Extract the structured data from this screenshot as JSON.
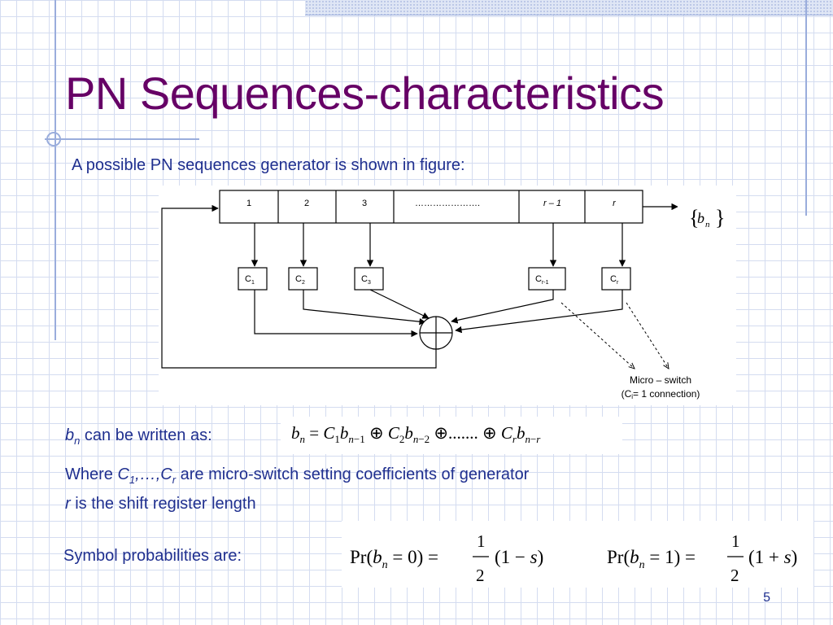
{
  "slide": {
    "title": "PN Sequences-characteristics",
    "intro": "A possible PN sequences generator is shown in figure:",
    "page_number": "5"
  },
  "diagram": {
    "register_cells": [
      "1",
      "2",
      "3",
      "………………….",
      "r – 1",
      "r"
    ],
    "coefficients": [
      {
        "base": "C",
        "sub": "1"
      },
      {
        "base": "C",
        "sub": "2"
      },
      {
        "base": "C",
        "sub": "3"
      },
      {
        "base": "C",
        "sub": "r-1"
      },
      {
        "base": "C",
        "sub": "r"
      }
    ],
    "output_label": "b",
    "output_sub": "n",
    "switch_label_line1": "Micro – switch",
    "switch_label_line2_pre": "(C",
    "switch_label_line2_sub": "i",
    "switch_label_line2_post": "= 1 connection)"
  },
  "body": {
    "bn_var": "b",
    "bn_sub": "n",
    "bn_text": " can be written as:",
    "where_prefix": "Where ",
    "where_vars": "C",
    "where_sub1": "1",
    "where_mid": ",…,",
    "where_var2": "C",
    "where_sub2": "r",
    "where_suffix": "  are micro-switch setting coefficients of generator",
    "r_var": "r",
    "r_text": " is the shift register length",
    "symbol_prob": "Symbol probabilities are:"
  },
  "equations": {
    "recurrence": "b_n = C_1 b_{n-1} ⊕ C_2 b_{n-2} ⊕ ...... ⊕ C_r b_{n-r}",
    "prob0": "Pr(b_n = 0) = 1/2 (1 − s)",
    "prob1": "Pr(b_n = 1) = 1/2 (1 + s)"
  }
}
